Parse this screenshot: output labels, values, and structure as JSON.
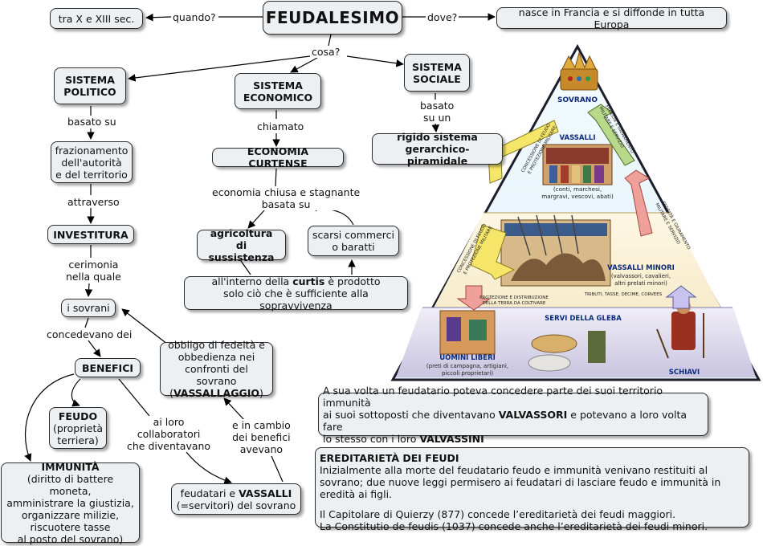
{
  "title": "FEUDALESIMO",
  "edges": {
    "quando": "quando?",
    "dove": "dove?",
    "cosa": "cosa?",
    "basato_su": "basato su",
    "basato_su_un": [
      "basato",
      "su un"
    ],
    "chiamato": "chiamato",
    "economia_chiusa": [
      "economia chiusa e stagnante",
      "basata su"
    ],
    "attraverso": "attraverso",
    "cerimonia": [
      "cerimonia",
      "nella quale"
    ],
    "concedevano": "concedevano dei",
    "ai_loro": [
      "ai loro",
      "collaboratori",
      "che diventavano"
    ],
    "in_cambio": [
      "e in cambio",
      "dei benefici",
      "avevano"
    ]
  },
  "nodes": {
    "periodo": "tra X e XIII sec.",
    "luogo": "nasce in Francia e si diffonde in tutta Europa",
    "sistema_politico": [
      "SISTEMA",
      "POLITICO"
    ],
    "sistema_economico": [
      "SISTEMA",
      "ECONOMICO"
    ],
    "sistema_sociale": [
      "SISTEMA",
      "SOCIALE"
    ],
    "rigido": [
      "rigido sistema",
      "gerarchico-piramidale"
    ],
    "frazionamento": [
      "frazionamento",
      "dell'autorità",
      "e del territorio"
    ],
    "economia_curtense": "ECONOMIA CURTENSE",
    "agricoltura": [
      "agricoltura",
      "di sussistenza"
    ],
    "scarsi": [
      "scarsi commerci",
      "o baratti"
    ],
    "curtis": {
      "pre": "all'interno della ",
      "bold": "curtis",
      "post": " è prodotto",
      "line2": "solo ciò che è sufficiente alla sopravvivenza"
    },
    "investitura": "INVESTITURA",
    "i_sovrani": "i sovrani",
    "obbligo": {
      "l1": "obbligo di fedeltà e",
      "l2": "obbedienza nei",
      "l3": "confronti del sovrano",
      "pre": "(",
      "bold": "VASSALLAGGIO",
      "post": ")"
    },
    "benefici": "BENEFICI",
    "feudo": {
      "bold": "FEUDO",
      "l2": "(proprietà",
      "l3": "terriera)"
    },
    "immunita": {
      "bold": "IMMUNITÀ",
      "l2": "(diritto di battere moneta,",
      "l3": "amministrare la giustizia,",
      "l4": "organizzare milizie,",
      "l5": "riscuotere tasse",
      "l6": "al posto del sovrano)"
    },
    "feudatari": {
      "pre": "feudatari e ",
      "bold": "VASSALLI",
      "line2": "(=servitori) del sovrano"
    },
    "valvassori": {
      "l1": "A sua volta un feudatario poteva concedere parte dei suoi territorio immunità",
      "l2_pre": "ai suoi sottoposti che diventavano ",
      "l2_bold": "VALVASSORI",
      "l2_post": " e potevano a loro volta fare",
      "l3_pre": "lo stesso con i loro ",
      "l3_bold": "VALVASSINI"
    },
    "ereditarieta": {
      "heading": "EREDITARIETÀ DEI FEUDI",
      "p1": "Inizialmente alla morte del feudatario feudo e immunità venivano restituiti al sovrano; due nuove leggi permisero ai feudatari di lasciare feudo e immunità in eredità ai figli.",
      "p2": "Il Capitolare di Quierzy (877)  concede l’ereditarietà dei feudi maggiori.",
      "p3": "La Constitutio de feudis (1037) concede anche l’ereditarietà dei feudi minori."
    }
  },
  "pyramid": {
    "sovrano": "SOVRANO",
    "vassalli": "VASSALLI",
    "vassalli_desc": [
      "(conti, marchesi,",
      "margravi, vescovi, abati)"
    ],
    "vassalli_minori": "VASSALLI MINORI",
    "vassalli_minori_desc": [
      "(valvassori, cavalieri,",
      "altri prelati minori)"
    ],
    "servi": "SERVI DELLA GLEBA",
    "uomini_liberi": "UOMINI LIBERI",
    "uomini_liberi_desc": [
      "(preti di campagna, artigiani,",
      "piccoli proprietari)"
    ],
    "schiavi": "SCHIAVI",
    "tributi": "TRIBUTI, TASSE, DECIME, CORVEES",
    "protezione": [
      "PROTEZIONE E DISTRIBUZIONE",
      "DELLA TERRA DA COLTIVARE"
    ],
    "side_left_top": [
      "CONCESSIONE DI FEUDO",
      "E PROTEZIONE MILITARE"
    ],
    "side_right_top": [
      "FEDELTÀ E GIURAMENTO",
      "MILITARE E SERVIZIO"
    ],
    "side_left_mid": [
      "CONCESSIONE DI FEUDO",
      "E PROTEZIONE MILITARE"
    ],
    "side_right_mid": [
      "FEDELTÀ E GIURAMENTO",
      "MILITARE E SERVIZIO"
    ]
  },
  "colors": {
    "node_bg": "#ecf0f3",
    "border": "#2b2b2b",
    "pyramid_top": "#eef7fb",
    "pyramid_mid": "#fbf2da",
    "pyramid_base": "#e6e3f0",
    "arrow_yellow": "#f5e66a",
    "arrow_green": "#b8d98a",
    "arrow_red": "#f0a09a"
  }
}
